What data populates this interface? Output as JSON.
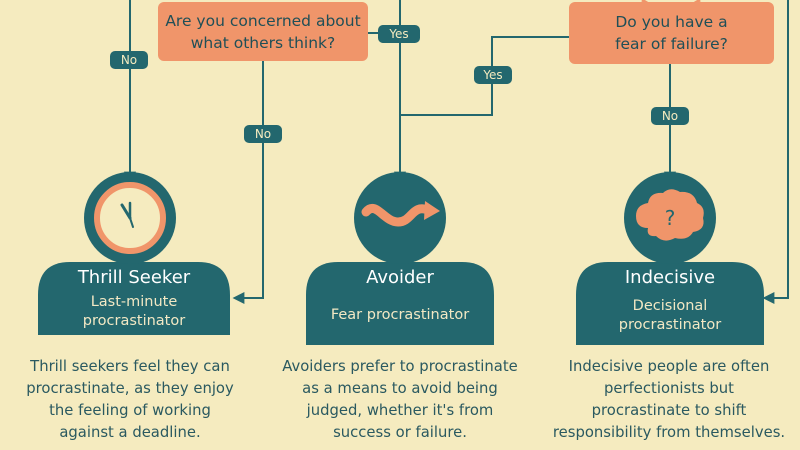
{
  "questions": {
    "concerned": "Are you concerned about\nwhat others think?",
    "failure": "Do you have a\nfear of failure?"
  },
  "answers": {
    "yes": "Yes",
    "no": "No"
  },
  "personas": [
    {
      "name": "Thrill Seeker",
      "subtitle": "Last-minute\nprocrastinator",
      "icon": "clock-icon",
      "description": "Thrill seekers feel they can\nprocrastinate, as they enjoy\nthe feeling of working\nagainst a deadline."
    },
    {
      "name": "Avoider",
      "subtitle": "Fear procrastinator",
      "icon": "wavy-arrow-icon",
      "description": "Avoiders prefer to procrastinate\nas a means to avoid being\njudged, whether it's from\nsuccess or failure."
    },
    {
      "name": "Indecisive",
      "subtitle": "Decisional\nprocrastinator",
      "icon": "brain-question-icon",
      "description": "Indecisive people are often\nperfectionists but\nprocrastinate to shift\nresponsibility from themselves."
    }
  ],
  "colors": {
    "background": "#f5ebbf",
    "teal": "#23676e",
    "orange": "#f0956a"
  }
}
